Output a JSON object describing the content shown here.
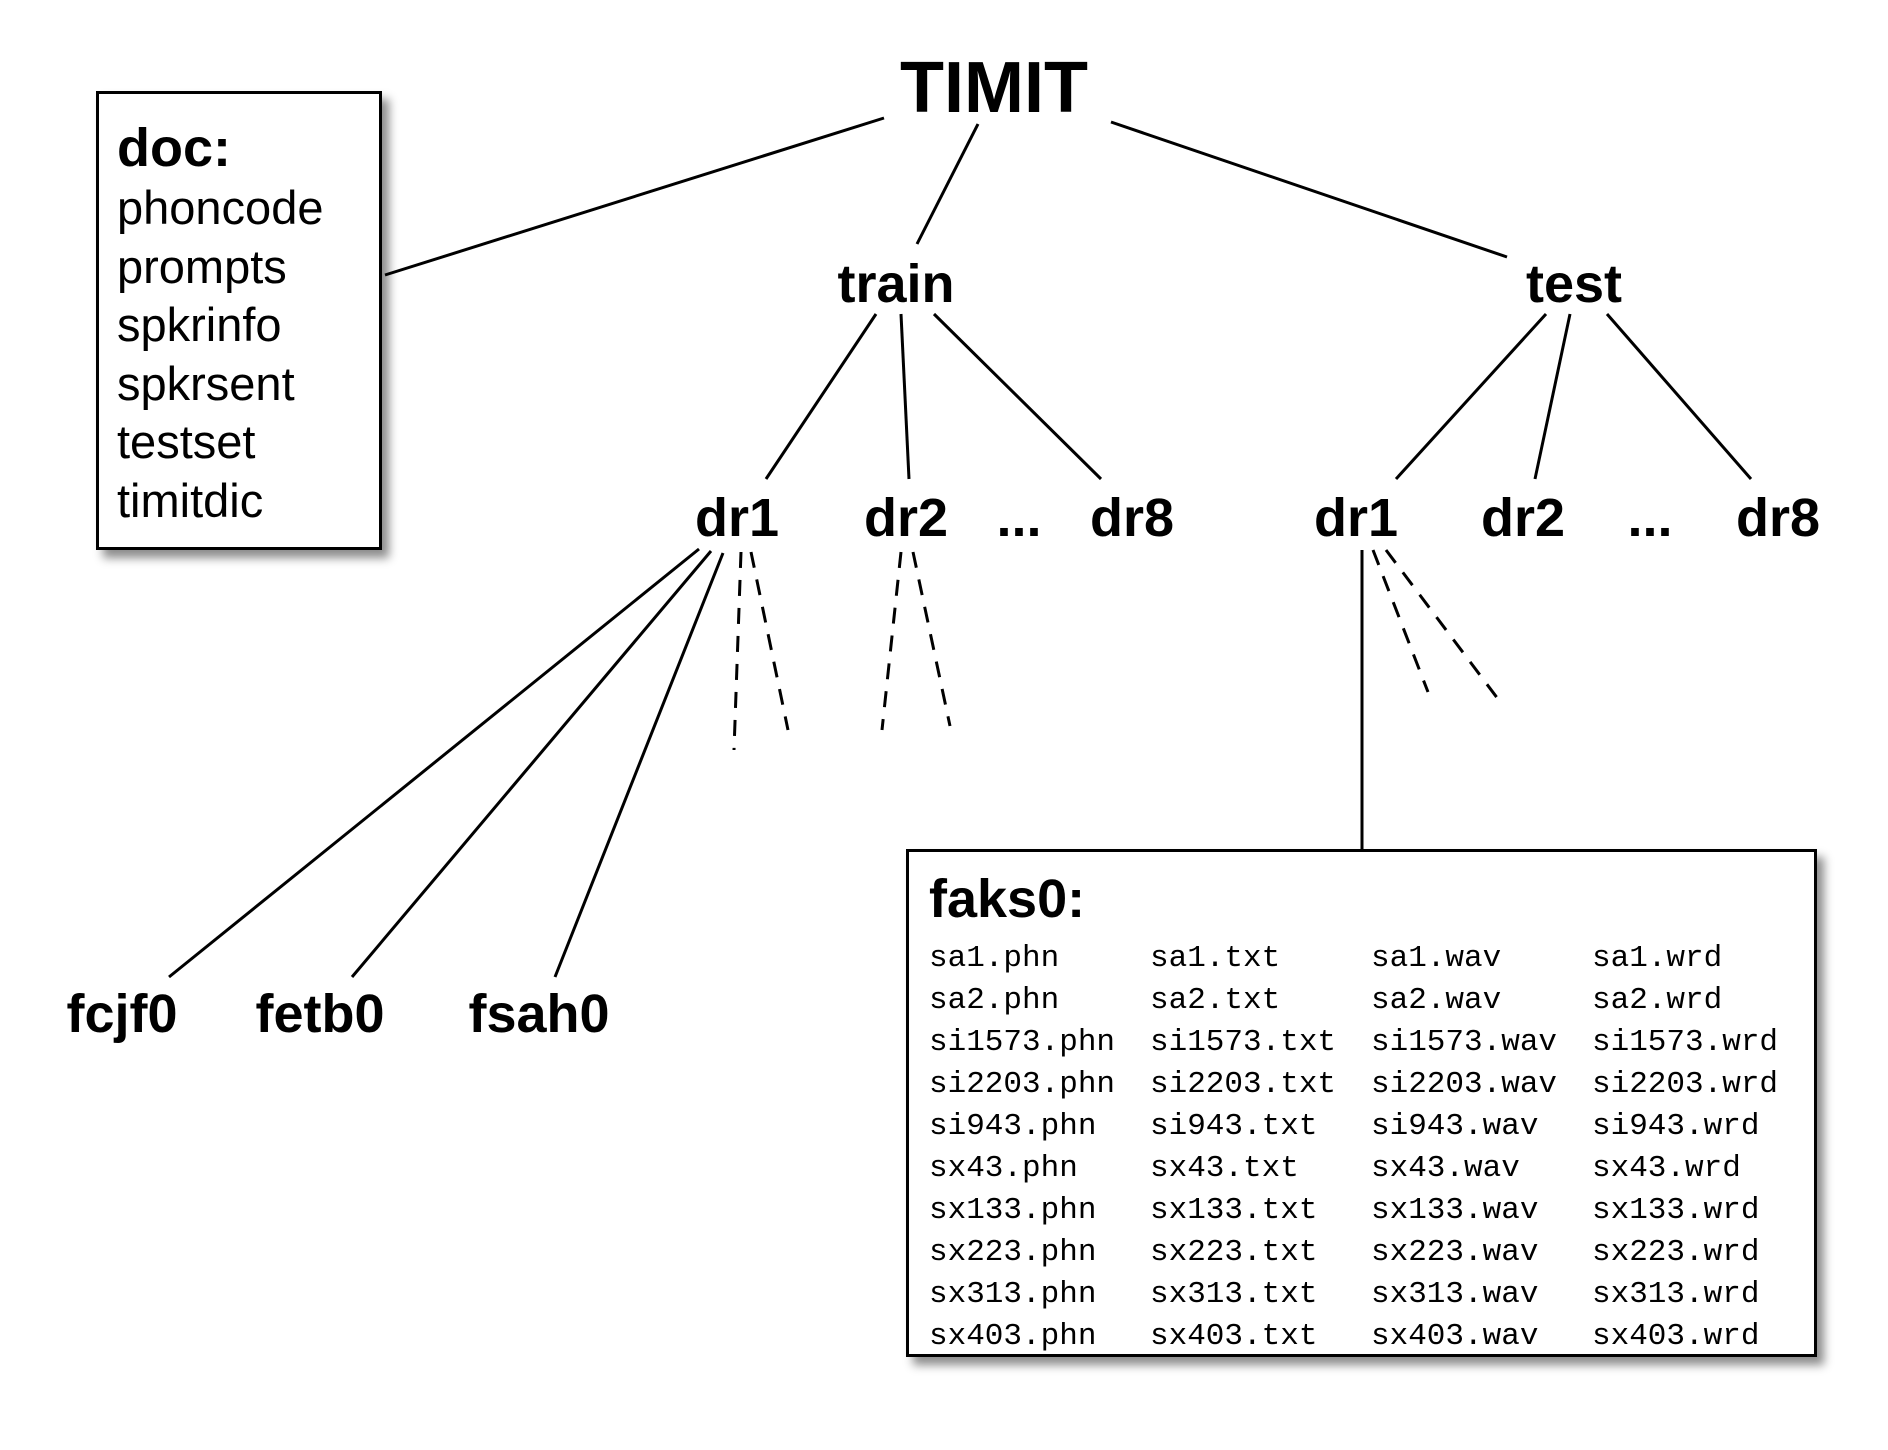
{
  "root": {
    "label": "TIMIT"
  },
  "doc_box": {
    "title": "doc:",
    "items": [
      "phoncode",
      "prompts",
      "spkrinfo",
      "spkrsent",
      "testset",
      "timitdic"
    ]
  },
  "train": {
    "label": "train",
    "dialects": {
      "first": "dr1",
      "second": "dr2",
      "ellipsis": "...",
      "last": "dr8"
    },
    "speakers": [
      "fcjf0",
      "fetb0",
      "fsah0"
    ]
  },
  "test": {
    "label": "test",
    "dialects": {
      "first": "dr1",
      "second": "dr2",
      "ellipsis": "...",
      "last": "dr8"
    }
  },
  "speaker_box": {
    "title": "faks0:",
    "files": [
      [
        "sa1.phn",
        "sa1.txt",
        "sa1.wav",
        "sa1.wrd"
      ],
      [
        "sa2.phn",
        "sa2.txt",
        "sa2.wav",
        "sa2.wrd"
      ],
      [
        "si1573.phn",
        "si1573.txt",
        "si1573.wav",
        "si1573.wrd"
      ],
      [
        "si2203.phn",
        "si2203.txt",
        "si2203.wav",
        "si2203.wrd"
      ],
      [
        "si943.phn",
        "si943.txt",
        "si943.wav",
        "si943.wrd"
      ],
      [
        "sx43.phn",
        "sx43.txt",
        "sx43.wav",
        "sx43.wrd"
      ],
      [
        "sx133.phn",
        "sx133.txt",
        "sx133.wav",
        "sx133.wrd"
      ],
      [
        "sx223.phn",
        "sx223.txt",
        "sx223.wav",
        "sx223.wrd"
      ],
      [
        "sx313.phn",
        "sx313.txt",
        "sx313.wav",
        "sx313.wrd"
      ],
      [
        "sx403.phn",
        "sx403.txt",
        "sx403.wav",
        "sx403.wrd"
      ]
    ]
  }
}
